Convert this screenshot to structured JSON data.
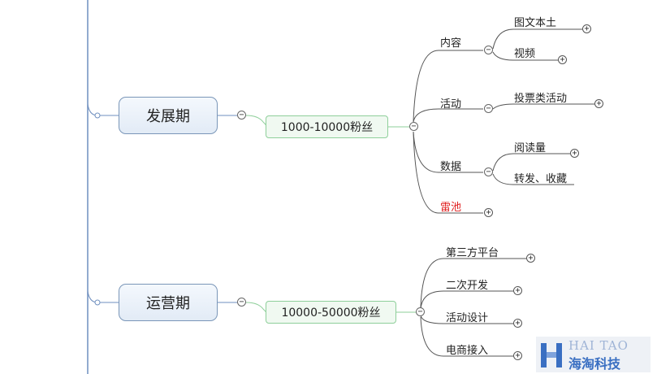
{
  "branches": [
    {
      "phase": "发展期",
      "fans": "1000-10000粉丝",
      "children": [
        {
          "label": "内容",
          "children": [
            "图文本土",
            "视频"
          ]
        },
        {
          "label": "活动",
          "children": [
            "投票类活动"
          ]
        },
        {
          "label": "数据",
          "children": [
            "阅读量",
            "转发、收藏"
          ]
        },
        {
          "label": "雷池",
          "color": "#e01e1e"
        }
      ]
    },
    {
      "phase": "运营期",
      "fans": "10000-50000粉丝",
      "children": [
        {
          "label": "第三方平台"
        },
        {
          "label": "二次开发"
        },
        {
          "label": "活动设计"
        },
        {
          "label": "电商接入"
        }
      ]
    }
  ],
  "logo": {
    "en": "HAI TAO",
    "cn": "海淘科技"
  },
  "colors": {
    "phase_border": "#7a96b8",
    "fans_border": "#8ecf9a",
    "risk_text": "#e01e1e",
    "logo": "#3a6fc2"
  }
}
